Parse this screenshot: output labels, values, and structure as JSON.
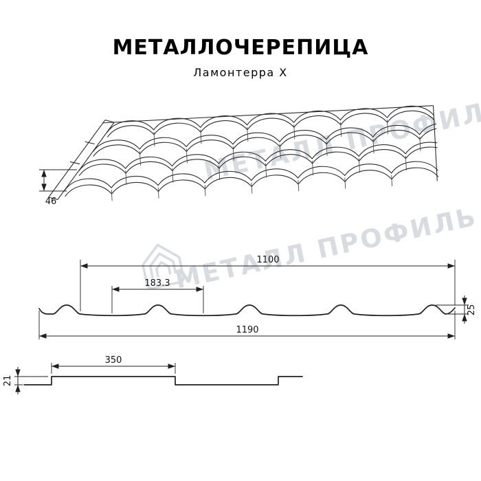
{
  "header": {
    "title": "МЕТАЛЛОЧЕРЕПИЦА",
    "subtitle": "Ламонтерра X"
  },
  "watermark": {
    "text": "МЕТАЛЛ ПРОФИЛЬ"
  },
  "dims": {
    "roof_step": "46",
    "cover_width": "1100",
    "wave_pitch": "183.3",
    "profile_height": "25",
    "sheet_width": "1190",
    "module_length": "350",
    "step_depth": "21"
  },
  "colors": {
    "line": "#1f1f1f",
    "watermark": "#d8dce1",
    "background": "#ffffff"
  }
}
